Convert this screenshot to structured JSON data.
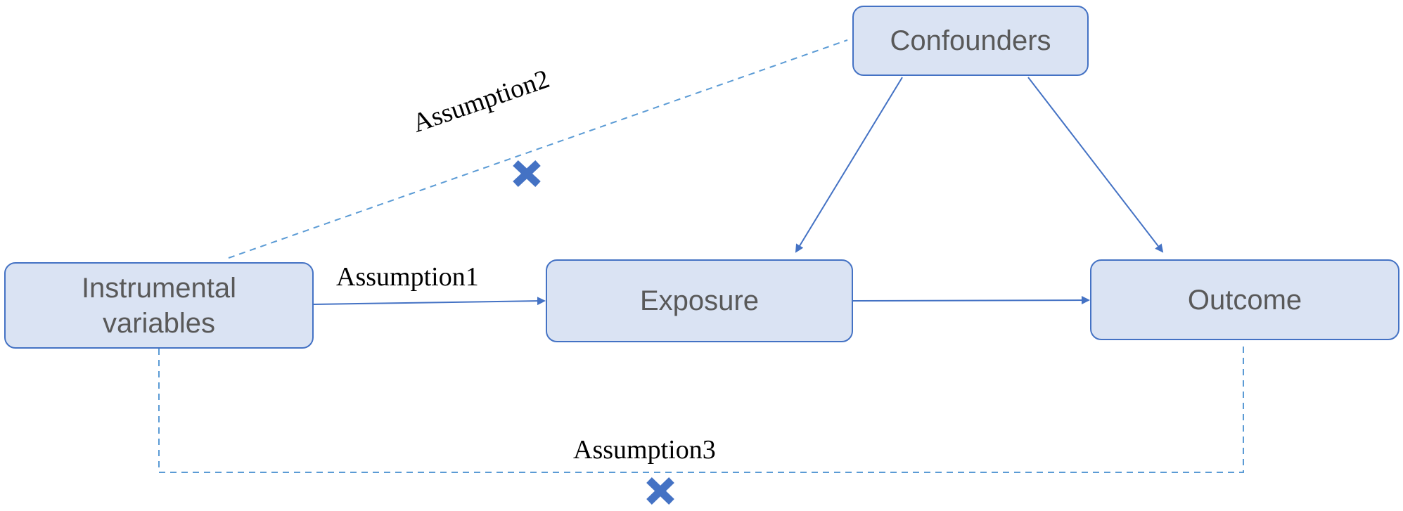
{
  "nodes": {
    "confounders": "Confounders",
    "instrumental": "Instrumental\nvariables",
    "exposure": "Exposure",
    "outcome": "Outcome"
  },
  "labels": {
    "assumption1": "Assumption1",
    "assumption2": "Assumption2",
    "assumption3": "Assumption3"
  },
  "colors": {
    "node_fill": "#dae3f3",
    "node_border": "#4472c4",
    "node_text": "#595959",
    "edge": "#4472c4",
    "dashed_edge": "#5b9bd5",
    "cross_mark": "#4472c4"
  },
  "icons": {
    "blocked_path_marker": "cross-icon"
  }
}
